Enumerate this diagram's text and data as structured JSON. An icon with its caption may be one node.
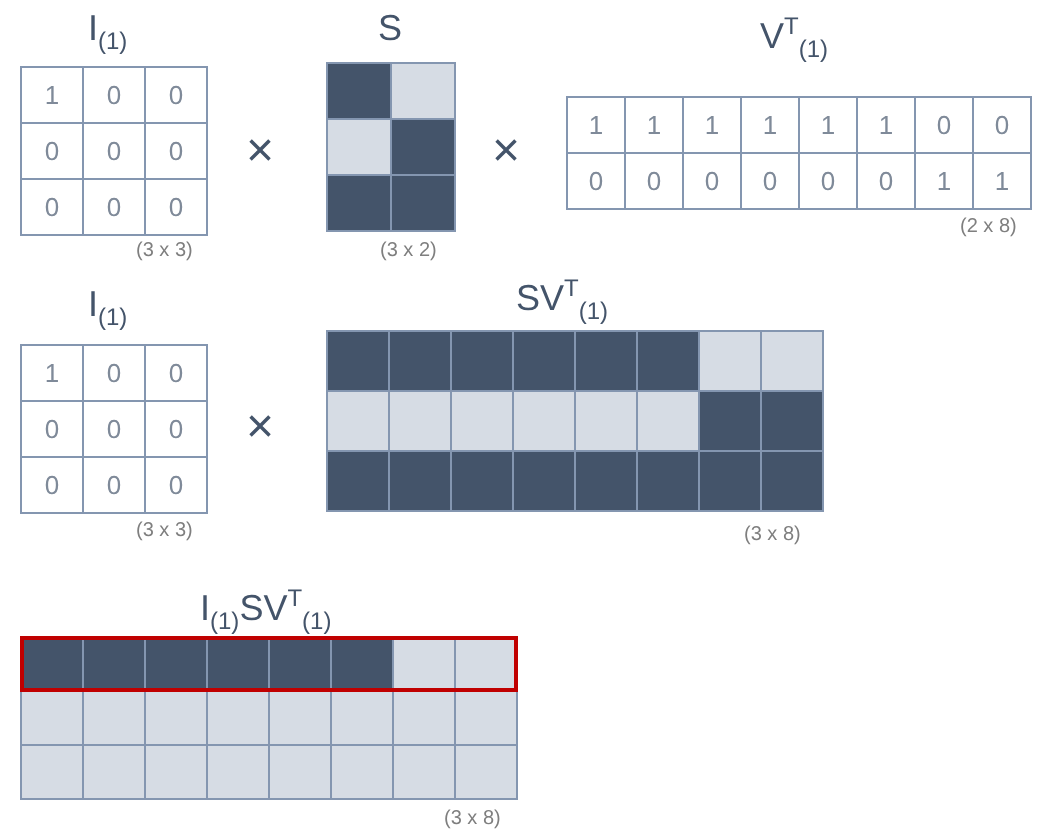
{
  "diagram": {
    "labels": [
      "I$_{(1)}$",
      "1",
      "0",
      "0",
      "0",
      "0",
      "0",
      "0",
      "0",
      "0",
      "(3 x 3)",
      "×",
      "S",
      "(3 x 2)",
      "×",
      "V$^{T}$$_{(1)}$",
      "1",
      "1",
      "1",
      "1",
      "1",
      "1",
      "0",
      "0",
      "0",
      "0",
      "0",
      "0",
      "0",
      "0",
      "1",
      "1",
      "(2 x 8)",
      "I$_{(1)}$",
      "1",
      "0",
      "0",
      "0",
      "0",
      "0",
      "0",
      "0",
      "0",
      "(3 x 3)",
      "×",
      "SV$^{T}$$_{(1)}$",
      "(3 x 8)",
      "I$_{(1)}$SV$^{T}$$_{(1)}$",
      "(3 x 8)"
    ]
  }
}
